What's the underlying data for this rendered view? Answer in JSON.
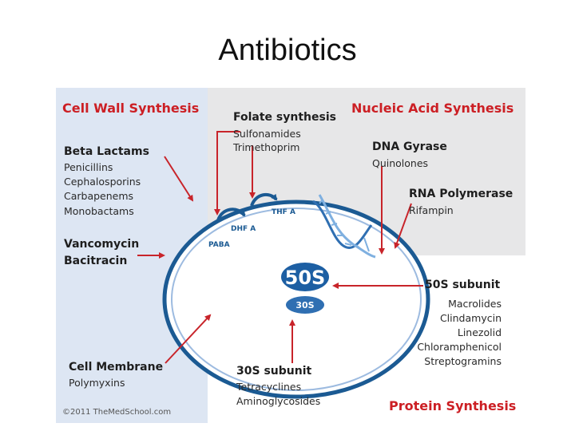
{
  "slide_title": "Antibiotics",
  "sections": {
    "cell_wall": "Cell Wall Synthesis",
    "nucleic_acid": "Nucleic Acid Synthesis",
    "protein": "Protein Synthesis"
  },
  "folate": {
    "heading": "Folate synthesis",
    "drugs": [
      "Sulfonamides",
      "Trimethoprim"
    ]
  },
  "beta_lactams": {
    "heading": "Beta Lactams",
    "drugs": [
      "Penicillins",
      "Cephalosporins",
      "Carbapenems",
      "Monobactams"
    ]
  },
  "vancomycin": {
    "lines": [
      "Vancomycin",
      "Bacitracin"
    ]
  },
  "cell_membrane": {
    "heading": "Cell Membrane",
    "drugs": [
      "Polymyxins"
    ]
  },
  "dna_gyrase": {
    "heading": "DNA Gyrase",
    "drugs": [
      "Quinolones"
    ]
  },
  "rna_polymerase": {
    "heading": "RNA Polymerase",
    "drugs": [
      "Rifampin"
    ]
  },
  "subunit_50s": {
    "heading": "50S subunit",
    "drugs": [
      "Macrolides",
      "Clindamycin",
      "Linezolid",
      "Chloramphenicol",
      "Streptogramins"
    ]
  },
  "subunit_30s": {
    "heading": "30S subunit",
    "drugs": [
      "Tetracyclines",
      "Aminoglycosides"
    ]
  },
  "cell_labels": {
    "thf": "THF A",
    "dhf": "DHF A",
    "paba": "PABA"
  },
  "ribosome": {
    "large": "50S",
    "small": "30S"
  },
  "copyright": "©2011 TheMedSchool.com",
  "colors": {
    "section_red": "#cc1f24",
    "arrow_red": "#c8242a",
    "cell_blue": "#1b5a93",
    "cell_fill": "#ffffff",
    "ribosome_blue": "#1d5fa3",
    "left_panel": "#dde6f3",
    "right_panel": "#e7e7e8"
  }
}
